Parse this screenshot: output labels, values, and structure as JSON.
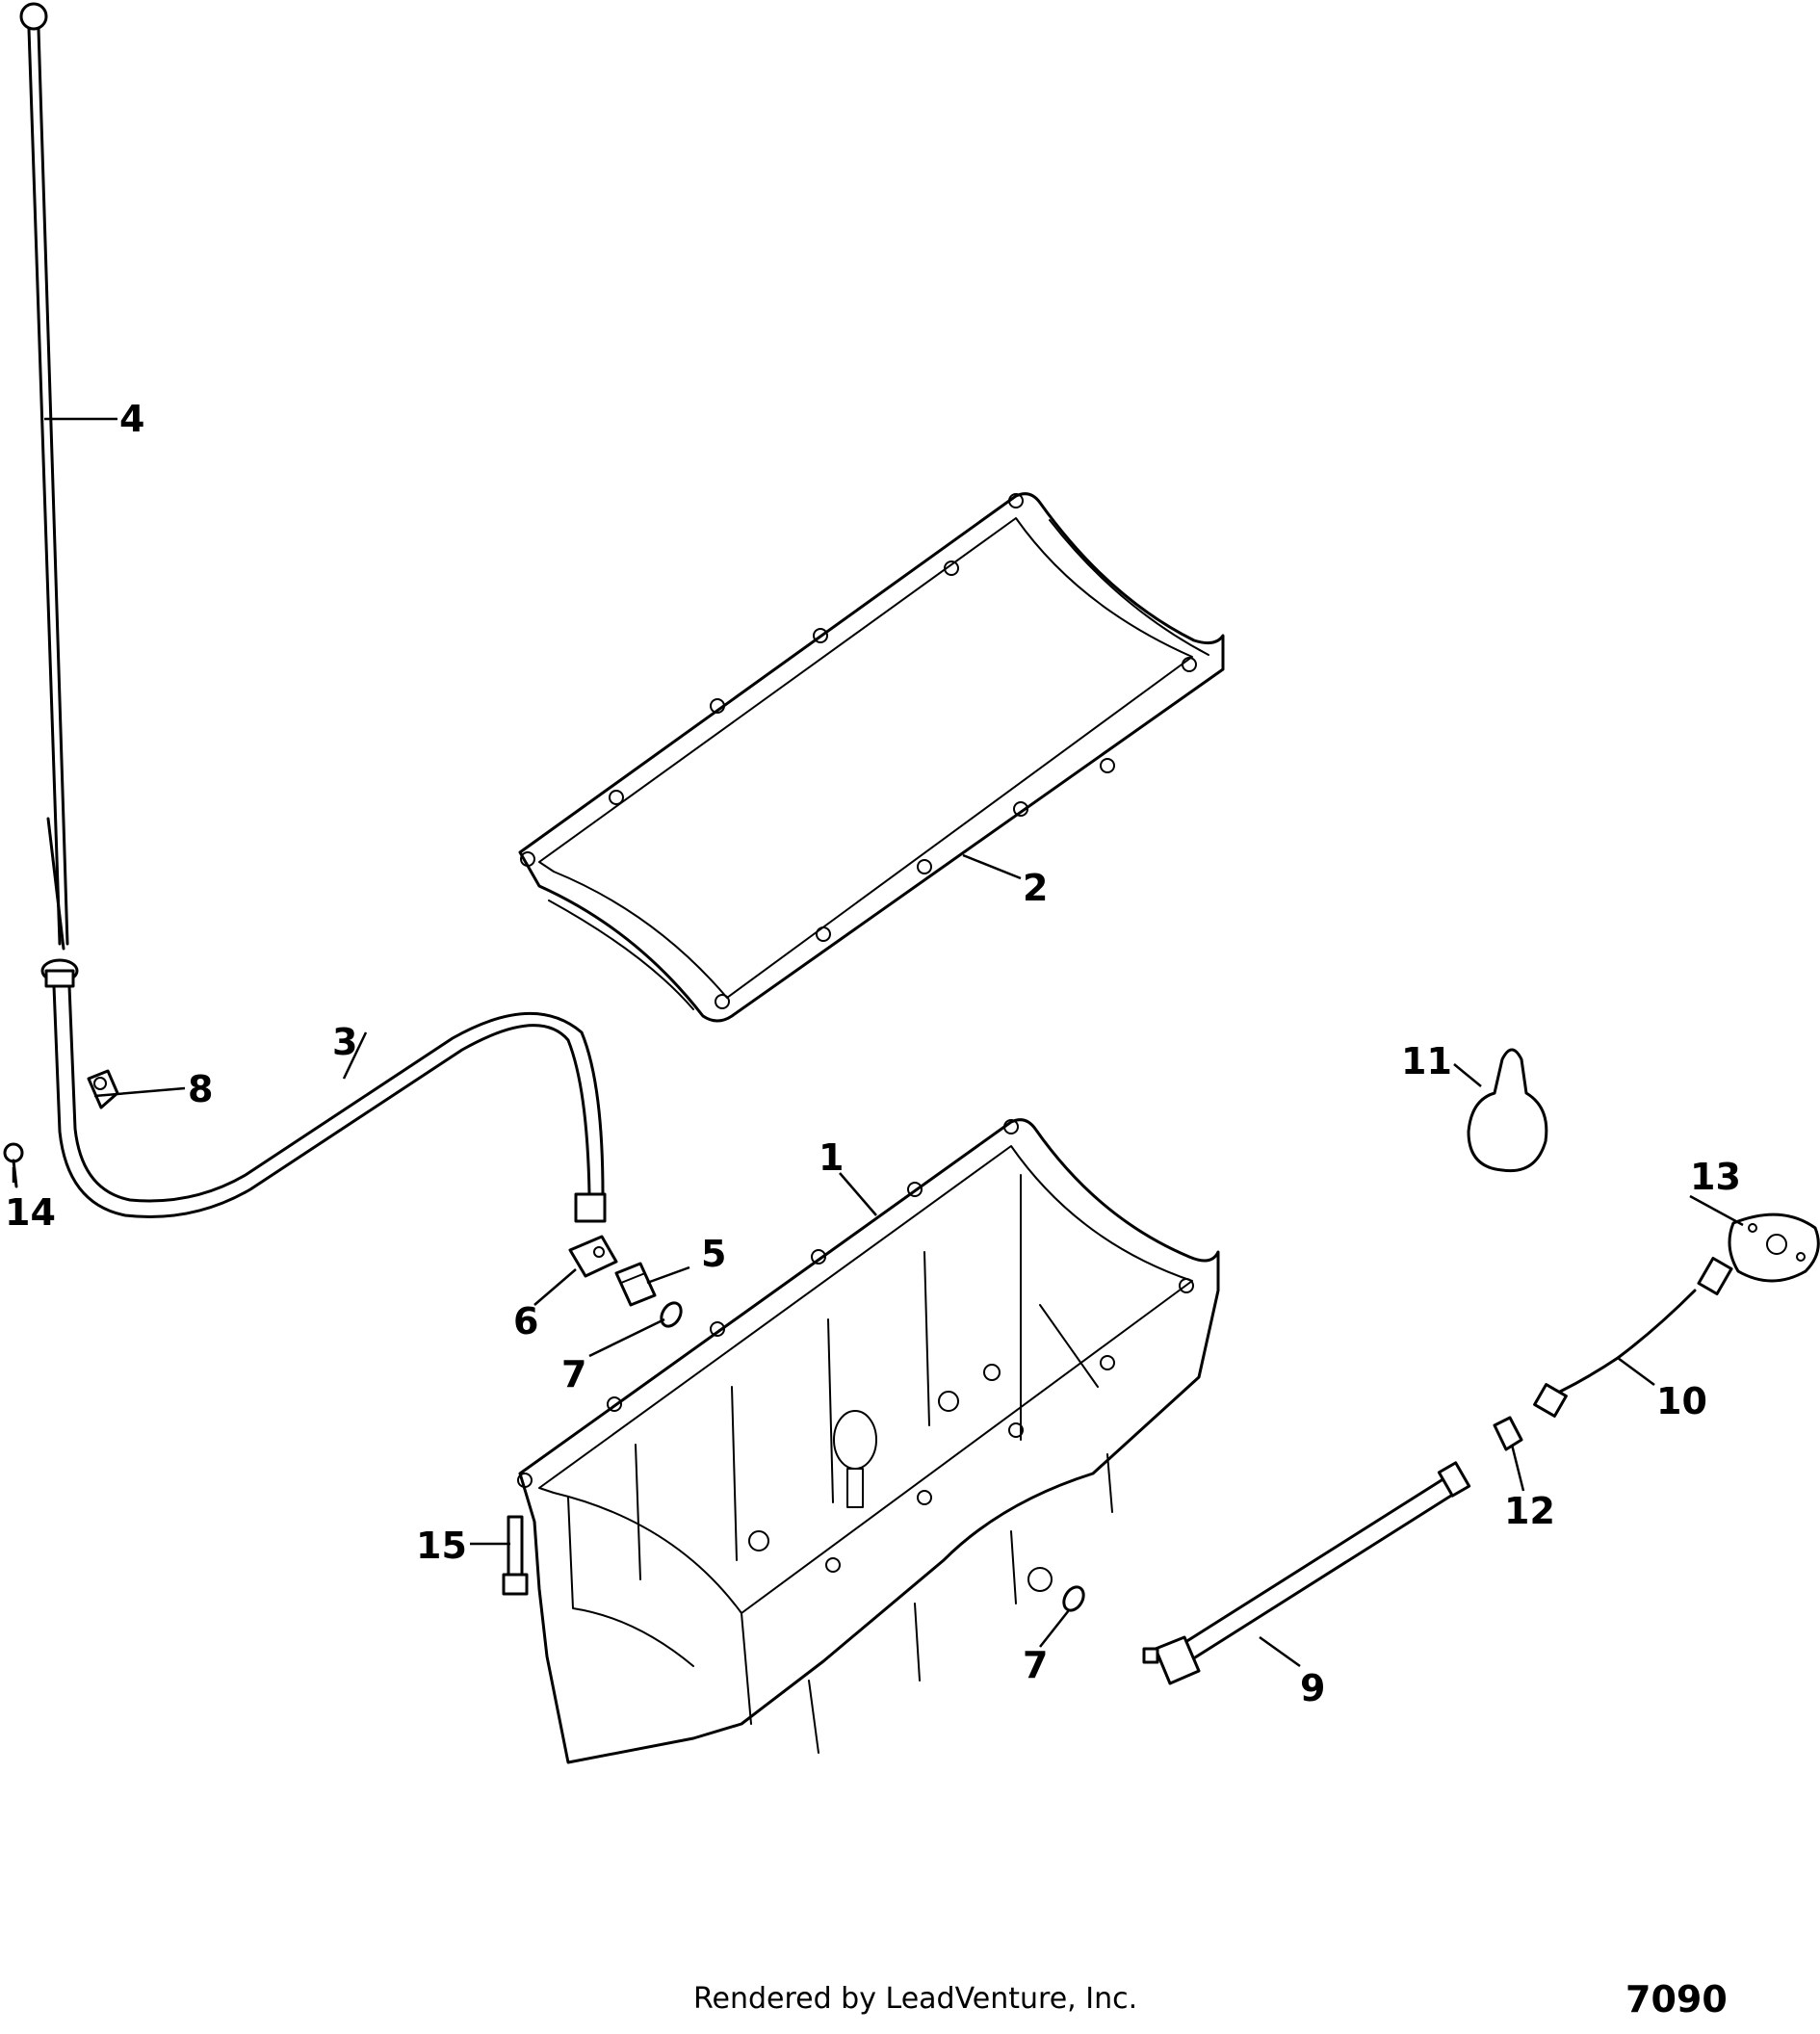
{
  "diagram": {
    "callouts": [
      {
        "id": "c4",
        "label": "4"
      },
      {
        "id": "c2",
        "label": "2"
      },
      {
        "id": "c3",
        "label": "3"
      },
      {
        "id": "c8",
        "label": "8"
      },
      {
        "id": "c14",
        "label": "14"
      },
      {
        "id": "c11",
        "label": "11"
      },
      {
        "id": "c1",
        "label": "1"
      },
      {
        "id": "c13",
        "label": "13"
      },
      {
        "id": "c5",
        "label": "5"
      },
      {
        "id": "c6",
        "label": "6"
      },
      {
        "id": "c7a",
        "label": "7"
      },
      {
        "id": "c10",
        "label": "10"
      },
      {
        "id": "c12",
        "label": "12"
      },
      {
        "id": "c15",
        "label": "15"
      },
      {
        "id": "c7b",
        "label": "7"
      },
      {
        "id": "c9",
        "label": "9"
      }
    ]
  },
  "footer": {
    "credit": "Rendered by LeadVenture, Inc.",
    "diagram_number": "7090"
  }
}
